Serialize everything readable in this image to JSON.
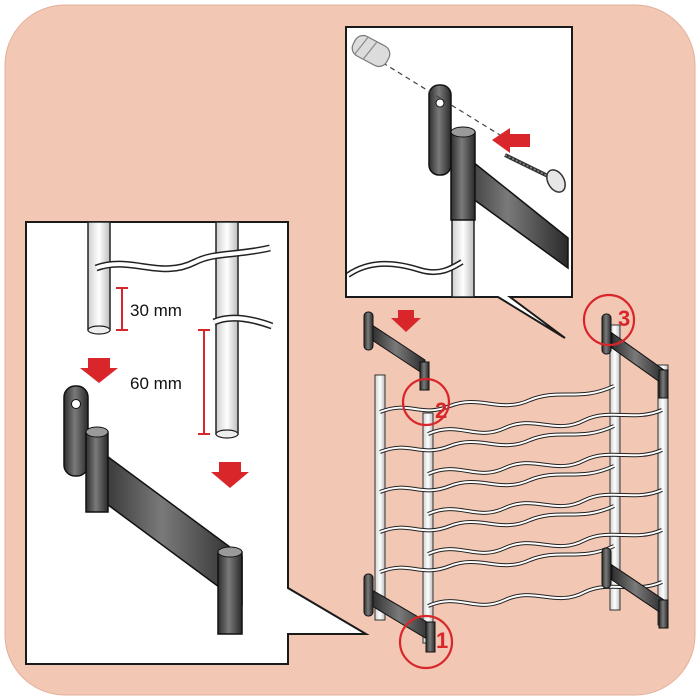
{
  "diagram": {
    "measurements": {
      "upper": "30 mm",
      "lower": "60 mm"
    },
    "steps": [
      "1",
      "2",
      "3"
    ],
    "colors": {
      "background": "#f2c7b4",
      "panel": "#ffffff",
      "outline": "#1a1a1a",
      "accent_red": "#d8262a",
      "bracket_dark": "#3a3a3a",
      "bracket_mid": "#6e6e6e",
      "wire": "#ffffff"
    },
    "icons": [
      "arrow-down-icon",
      "arrow-left-icon",
      "screw-icon",
      "wall-plug-icon",
      "step-circle-icon"
    ]
  }
}
